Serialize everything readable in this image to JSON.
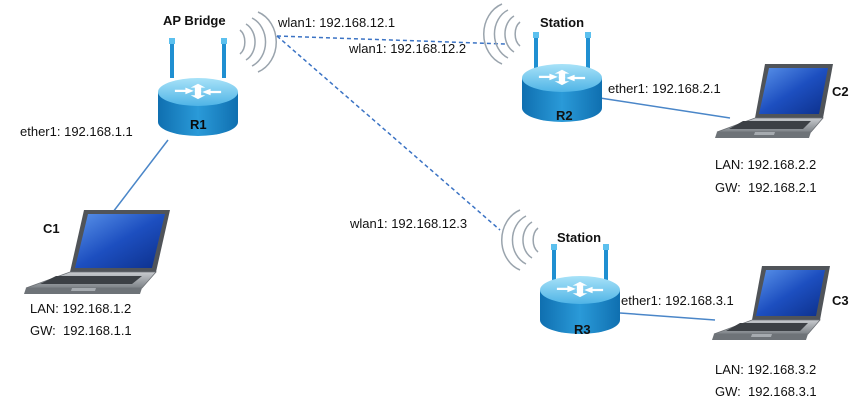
{
  "nodes": {
    "r1": {
      "role": "AP Bridge",
      "name": "R1",
      "ether": "ether1: 192.168.1.1",
      "wlan": "wlan1: 192.168.12.1"
    },
    "r2": {
      "role": "Station",
      "name": "R2",
      "ether": "ether1: 192.168.2.1",
      "wlan": "wlan1: 192.168.12.2"
    },
    "r3": {
      "role": "Station",
      "name": "R3",
      "ether": "ether1: 192.168.3.1",
      "wlan": "wlan1: 192.168.12.3"
    }
  },
  "clients": {
    "c1": {
      "name": "C1",
      "lan": "LAN: 192.168.1.2",
      "gw": "GW:  192.168.1.1"
    },
    "c2": {
      "name": "C2",
      "lan": "LAN: 192.168.2.2",
      "gw": "GW:  192.168.2.1"
    },
    "c3": {
      "name": "C3",
      "lan": "LAN: 192.168.3.2",
      "gw": "GW:  192.168.3.1"
    }
  },
  "colors": {
    "router_top": "#7fd0f2",
    "router_side": "#1a86c8",
    "antenna": "#1f8fd1",
    "wireless_link": "#3b73c4",
    "wired_link": "#4a86c8",
    "waves": "#9aa4ad",
    "laptop_screen": "#1f56c8",
    "laptop_body": "#8c9196"
  }
}
